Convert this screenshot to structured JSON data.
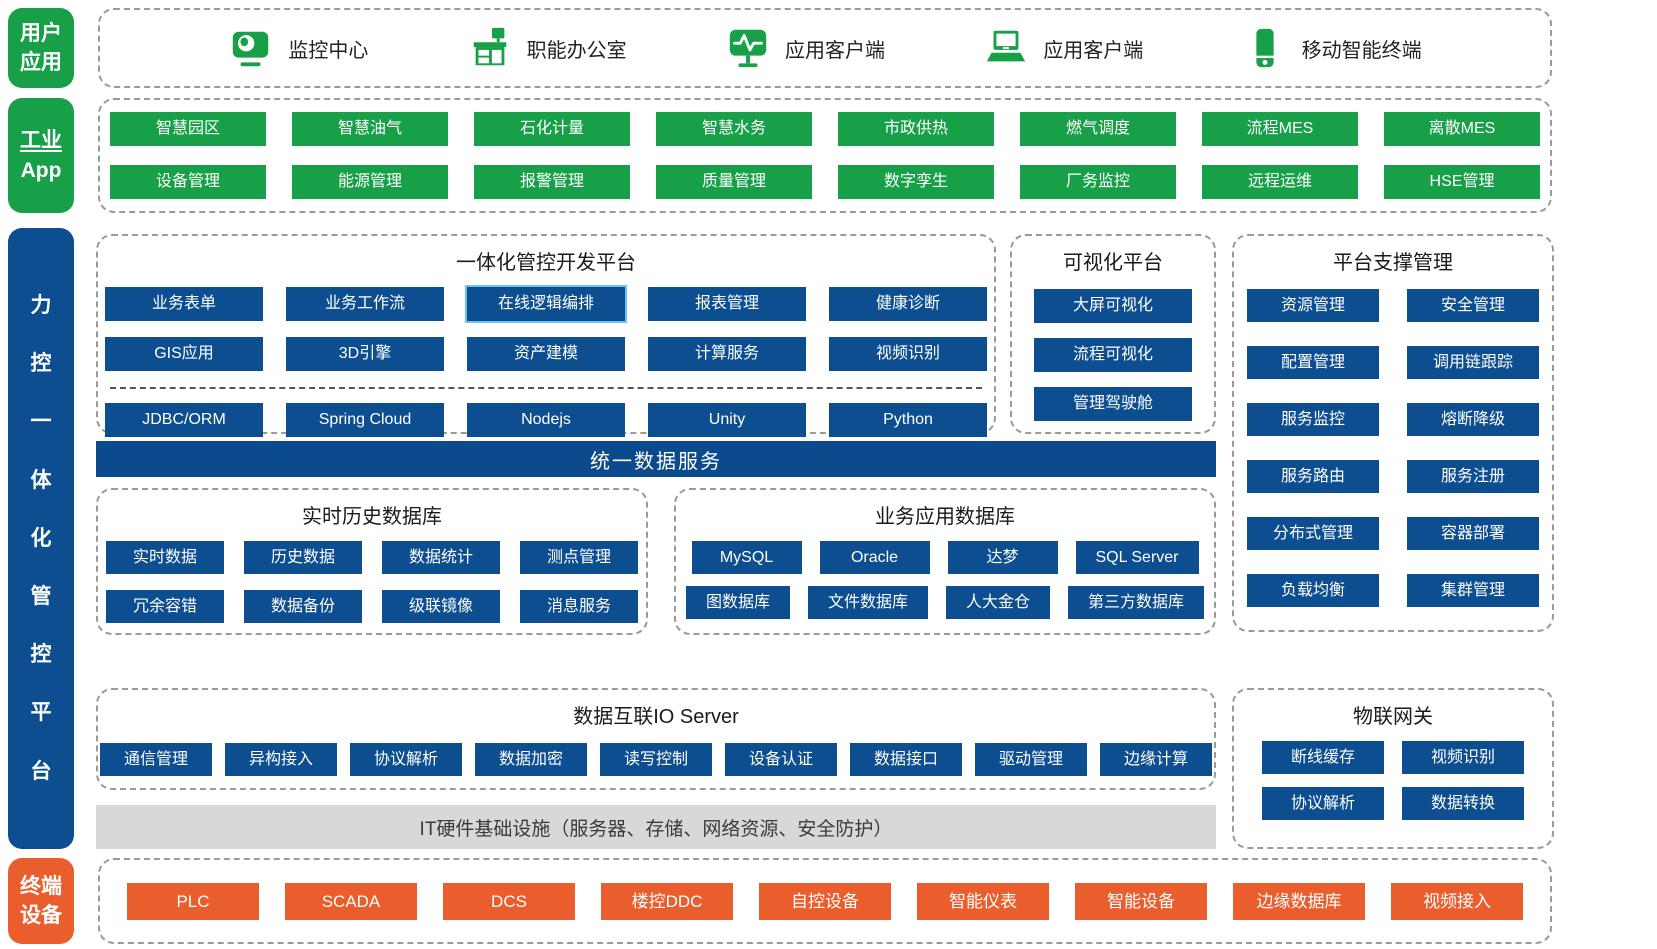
{
  "colors": {
    "green": "#18A049",
    "blue": "#0C4E8F",
    "dark_blue_bar": "#0B4A8C",
    "orange": "#EA5D2D",
    "gray_bar": "#D8D8D8",
    "highlight_border": "#6CC4F0",
    "dashed_border": "#9A9A9A"
  },
  "user_apps": {
    "label_line1": "用户",
    "label_line2": "应用",
    "items": [
      {
        "icon": "camera-icon",
        "label": "监控中心"
      },
      {
        "icon": "office-desk-icon",
        "label": "职能办公室"
      },
      {
        "icon": "pulse-monitor-icon",
        "label": "应用客户端"
      },
      {
        "icon": "laptop-icon",
        "label": "应用客户端"
      },
      {
        "icon": "mobile-icon",
        "label": "移动智能终端"
      }
    ]
  },
  "industry_apps": {
    "label_line1": "工业",
    "label_line2": "App",
    "buttons": [
      "智慧园区",
      "智慧油气",
      "石化计量",
      "智慧水务",
      "市政供热",
      "燃气调度",
      "流程MES",
      "离散MES",
      "设备管理",
      "能源管理",
      "报警管理",
      "质量管理",
      "数字孪生",
      "厂务监控",
      "远程运维",
      "HSE管理"
    ]
  },
  "platform": {
    "label_chars": [
      "力",
      "控",
      "一",
      "体",
      "化",
      "管",
      "控",
      "平",
      "台"
    ],
    "dev_platform": {
      "title": "一体化管控开发平台",
      "buttons_upper": [
        "业务表单",
        "业务工作流",
        "在线逻辑编排",
        "报表管理",
        "健康诊断",
        "GIS应用",
        "3D引擎",
        "资产建模",
        "计算服务",
        "视频识别"
      ],
      "highlighted": "在线逻辑编排",
      "buttons_lower": [
        "JDBC/ORM",
        "Spring Cloud",
        "Nodejs",
        "Unity",
        "Python"
      ]
    },
    "visualization": {
      "title": "可视化平台",
      "buttons": [
        "大屏可视化",
        "流程可视化",
        "管理驾驶舱"
      ]
    },
    "support": {
      "title": "平台支撑管理",
      "buttons": [
        "资源管理",
        "安全管理",
        "配置管理",
        "调用链跟踪",
        "服务监控",
        "熔断降级",
        "服务路由",
        "服务注册",
        "分布式管理",
        "容器部署",
        "负载均衡",
        "集群管理"
      ]
    },
    "unified_data_bar": "统一数据服务",
    "realtime_db": {
      "title": "实时历史数据库",
      "buttons": [
        "实时数据",
        "历史数据",
        "数据统计",
        "测点管理",
        "冗余容错",
        "数据备份",
        "级联镜像",
        "消息服务"
      ]
    },
    "business_db": {
      "title": "业务应用数据库",
      "row1": [
        "MySQL",
        "Oracle",
        "达梦",
        "SQL Server"
      ],
      "row2": [
        "图数据库",
        "文件数据库",
        "人大金仓",
        "第三方数据库"
      ]
    },
    "io_server": {
      "title": "数据互联IO Server",
      "buttons": [
        "通信管理",
        "异构接入",
        "协议解析",
        "数据加密",
        "读写控制",
        "设备认证",
        "数据接口",
        "驱动管理",
        "边缘计算"
      ]
    },
    "iot_gateway": {
      "title": "物联网关",
      "buttons": [
        "断线缓存",
        "视频识别",
        "协议解析",
        "数据转换"
      ]
    },
    "it_bar": "IT硬件基础设施（服务器、存储、网络资源、安全防护）"
  },
  "terminal": {
    "label_line1": "终端",
    "label_line2": "设备",
    "buttons": [
      "PLC",
      "SCADA",
      "DCS",
      "楼控DDC",
      "自控设备",
      "智能仪表",
      "智能设备",
      "边缘数据库",
      "视频接入"
    ]
  }
}
